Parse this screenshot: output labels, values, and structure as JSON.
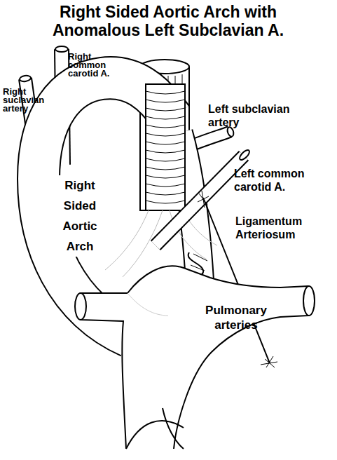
{
  "diagram": {
    "title": "Right Sided Aortic Arch with Anomalous Left Subclavian A.",
    "labels": [
      "Right common carotid A.",
      "Right suclavian artery",
      "Left subclavian artery",
      "Left common carotid A.",
      "Ligamentum Arteriosum",
      "Right Sided Aortic Arch",
      "Pulmonary arteries"
    ]
  }
}
